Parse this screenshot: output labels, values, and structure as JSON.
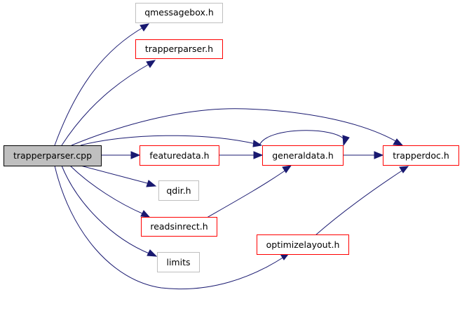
{
  "colors": {
    "edge": "#191970",
    "root_fill": "#bfbfbf",
    "root_border": "#000000",
    "documented_border": "#ff0000",
    "external_border": "#bfbfbf",
    "label": "#000000"
  },
  "nodes": {
    "root": {
      "label": "trapperparser.cpp"
    },
    "qmessagebox": {
      "label": "qmessagebox.h"
    },
    "trapperparser": {
      "label": "trapperparser.h"
    },
    "featuredata": {
      "label": "featuredata.h"
    },
    "generaldata": {
      "label": "generaldata.h"
    },
    "trapperdoc": {
      "label": "trapperdoc.h"
    },
    "qdir": {
      "label": "qdir.h"
    },
    "readsinrect": {
      "label": "readsinrect.h"
    },
    "optimizelayout": {
      "label": "optimizelayout.h"
    },
    "limits": {
      "label": "limits"
    }
  },
  "edges": [
    {
      "from": "trapperparser.cpp",
      "to": "qmessagebox.h"
    },
    {
      "from": "trapperparser.cpp",
      "to": "trapperparser.h"
    },
    {
      "from": "trapperparser.cpp",
      "to": "trapperdoc.h"
    },
    {
      "from": "trapperparser.cpp",
      "to": "generaldata.h"
    },
    {
      "from": "trapperparser.cpp",
      "to": "featuredata.h"
    },
    {
      "from": "trapperparser.cpp",
      "to": "qdir.h"
    },
    {
      "from": "trapperparser.cpp",
      "to": "readsinrect.h"
    },
    {
      "from": "trapperparser.cpp",
      "to": "limits"
    },
    {
      "from": "trapperparser.cpp",
      "to": "optimizelayout.h"
    },
    {
      "from": "featuredata.h",
      "to": "generaldata.h"
    },
    {
      "from": "generaldata.h",
      "to": "generaldata.h"
    },
    {
      "from": "generaldata.h",
      "to": "trapperdoc.h"
    },
    {
      "from": "readsinrect.h",
      "to": "generaldata.h"
    },
    {
      "from": "optimizelayout.h",
      "to": "trapperdoc.h"
    }
  ]
}
